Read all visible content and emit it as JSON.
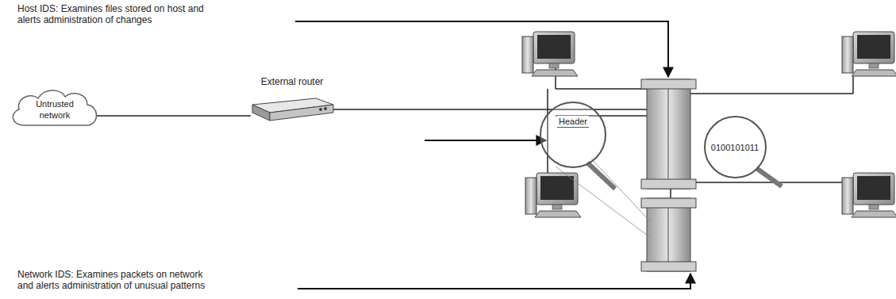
{
  "diagram": {
    "nodes": [
      {
        "text": [
          "Untrusted network"
        ]
      },
      {
        "text": [
          "External router"
        ]
      },
      {
        "text": [
          "Header"
        ]
      },
      {
        "text": [
          "0100101011"
        ]
      }
    ],
    "edges": [
      {
        "from": 0,
        "to": 1,
        "arrow": "none"
      }
    ],
    "labels": [
      "Host IDS: Examines files stored on host and alerts administration of changes",
      "Network IDS: Examines packets on network and alerts administration of unusual patterns"
    ]
  }
}
